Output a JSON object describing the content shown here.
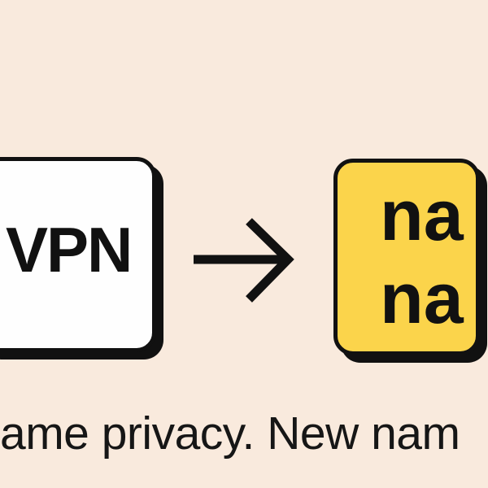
{
  "old_card": {
    "label": "VPN",
    "color": "#ffffff"
  },
  "arrow_icon": "arrow-right-icon",
  "new_card": {
    "lines": [
      "na",
      "na"
    ],
    "color": "#fbd44b"
  },
  "caption": "ame privacy. New nam",
  "background": "#f9eadd"
}
